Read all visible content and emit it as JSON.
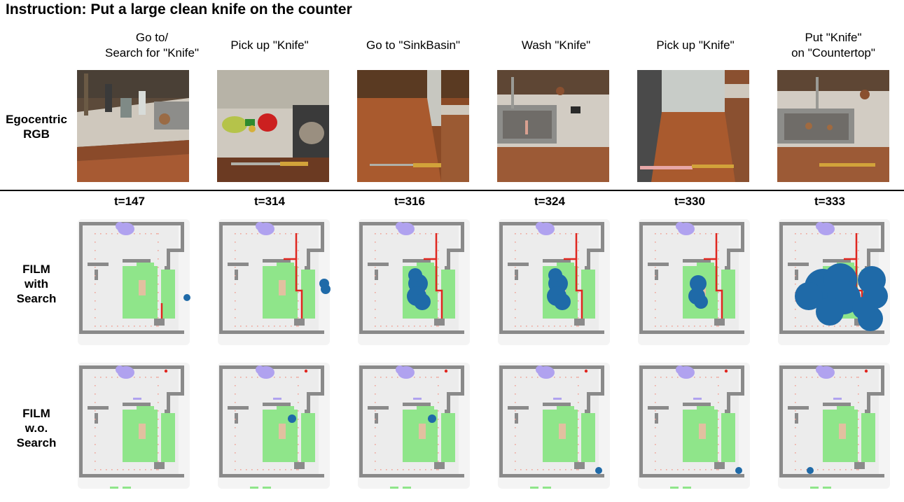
{
  "instruction": "Instruction:  Put a large clean knife on the counter",
  "row_labels": {
    "rgb": [
      "Egocentric",
      "RGB"
    ],
    "with_search": [
      "FILM",
      "with",
      "Search"
    ],
    "without_search": [
      "FILM",
      "w.o.",
      "Search"
    ]
  },
  "steps": [
    {
      "label": [
        "Go to/",
        "Search for \"Knife\""
      ],
      "time": "t=147"
    },
    {
      "label": [
        "Pick up \"Knife\""
      ],
      "time": "t=314"
    },
    {
      "label": [
        "Go to \"SinkBasin\""
      ],
      "time": "t=316"
    },
    {
      "label": [
        "Wash \"Knife\""
      ],
      "time": "t=324"
    },
    {
      "label": [
        "Pick up \"Knife\""
      ],
      "time": "t=330"
    },
    {
      "label": [
        "Put \"Knife\"",
        "on \"Countertop\""
      ],
      "time": "t=333"
    }
  ],
  "colors": {
    "wall": "#8a8a8a",
    "free_space": "#ececec",
    "explored_green": "#8fe58a",
    "target_purple": "#b0a2ef",
    "search_blue": "#1f6aa8",
    "path_red": "#e0261f",
    "goal_dots": "#f0a59a",
    "tan_object": "#e2c0a0",
    "counter": "#9c5a36",
    "floor": "#a9542a",
    "sink_steel": "#8d8d8a",
    "granite": "#d2ccc3"
  }
}
